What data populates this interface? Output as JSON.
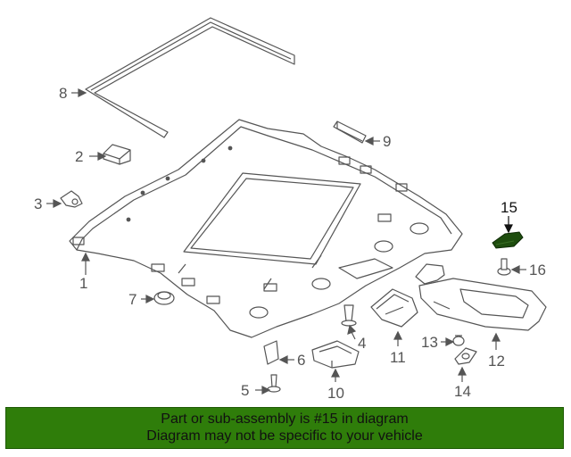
{
  "diagram": {
    "callouts": {
      "c1": "1",
      "c2": "2",
      "c3": "3",
      "c4": "4",
      "c5": "5",
      "c6": "6",
      "c7": "7",
      "c8": "8",
      "c9": "9",
      "c10": "10",
      "c11": "11",
      "c12": "12",
      "c13": "13",
      "c14": "14",
      "c15": "15",
      "c16": "16"
    },
    "highlight_color": "#1e4d0e",
    "line_color": "#555555"
  },
  "banner": {
    "line1": "Part or sub-assembly is #15 in diagram",
    "line2": "Diagram may not be specific to your vehicle",
    "background": "#2f7d0a"
  }
}
